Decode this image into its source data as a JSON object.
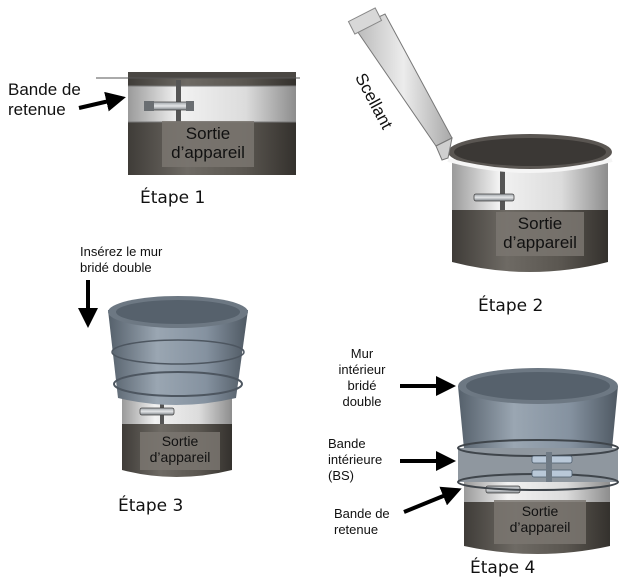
{
  "step1": {
    "label": "Étape 1",
    "callout_line1": "Bande de",
    "callout_line2": "retenue",
    "outlet_line1": "Sortie",
    "outlet_line2": "d’appareil"
  },
  "step2": {
    "label": "Étape 2",
    "tube_text": "Scellant",
    "outlet_line1": "Sortie",
    "outlet_line2": "d’appareil"
  },
  "step3": {
    "label": "Étape 3",
    "instruction_line1": "Insérez le mur",
    "instruction_line2": "bridé double",
    "outlet_line1": "Sortie",
    "outlet_line2": "d’appareil"
  },
  "step4": {
    "label": "Étape 4",
    "wall_line1": "Mur",
    "wall_line2": "intérieur",
    "wall_line3": "bridé",
    "wall_line4": "double",
    "band_inner_line1": "Bande",
    "band_inner_line2": "intérieure",
    "band_inner_line3": "(BS)",
    "band_ret_line1": "Bande de",
    "band_ret_line2": "retenue",
    "outlet_line1": "Sortie",
    "outlet_line2": "d’appareil"
  }
}
